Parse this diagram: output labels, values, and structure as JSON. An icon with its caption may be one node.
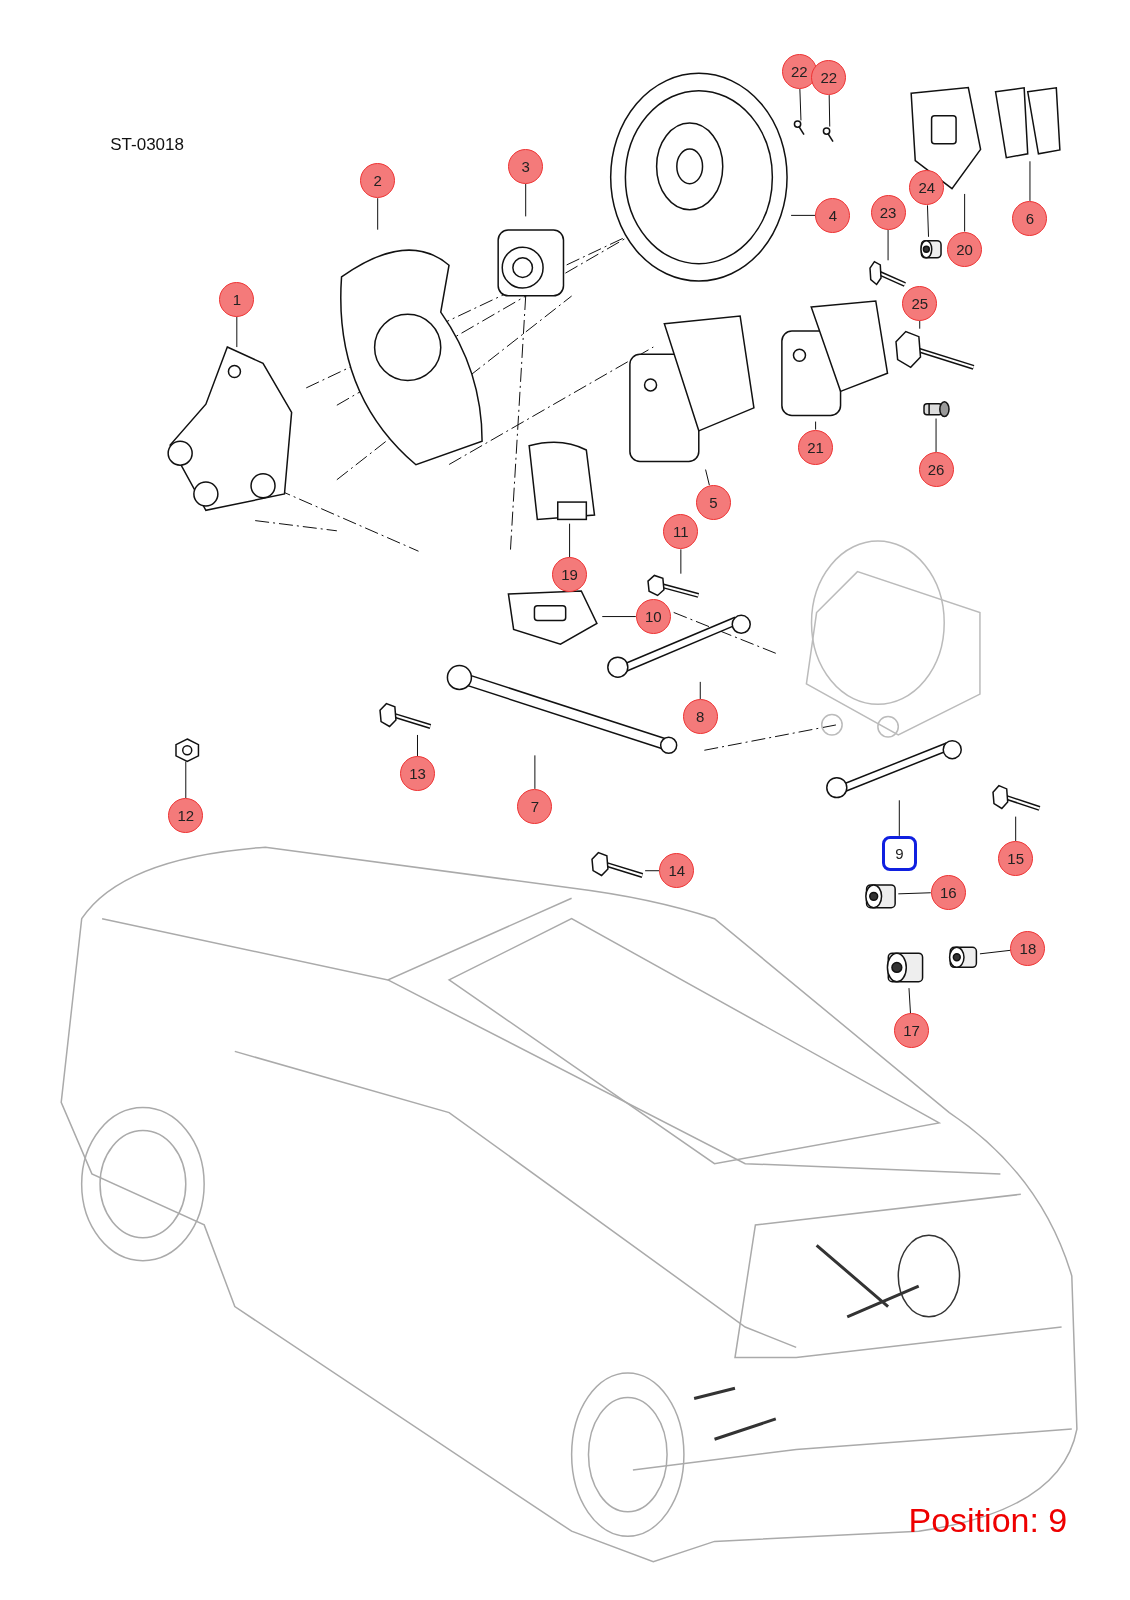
{
  "diagram": {
    "nodes": [
      {
        "text": [
          "22"
        ]
      },
      {
        "text": [
          "22"
        ]
      },
      {
        "text": [
          "2"
        ]
      },
      {
        "text": [
          "3"
        ]
      },
      {
        "text": [
          "1"
        ]
      },
      {
        "text": [
          "4"
        ]
      },
      {
        "text": [
          "23"
        ]
      },
      {
        "text": [
          "24"
        ]
      },
      {
        "text": [
          "20"
        ]
      },
      {
        "text": [
          "6"
        ]
      },
      {
        "text": [
          "25"
        ]
      },
      {
        "text": [
          "21"
        ]
      },
      {
        "text": [
          "26"
        ]
      },
      {
        "text": [
          "5"
        ]
      },
      {
        "text": [
          "19"
        ]
      },
      {
        "text": [
          "11"
        ]
      },
      {
        "text": [
          "10"
        ]
      },
      {
        "text": [
          "8"
        ]
      },
      {
        "text": [
          "13"
        ]
      },
      {
        "text": [
          "7"
        ]
      },
      {
        "text": [
          "12"
        ]
      },
      {
        "text": [
          "9"
        ]
      },
      {
        "text": [
          "15"
        ]
      },
      {
        "text": [
          "14"
        ]
      },
      {
        "text": [
          "16"
        ]
      },
      {
        "text": [
          "18"
        ]
      },
      {
        "text": [
          "17"
        ]
      },
      {
        "text": [],
        "shape": "picture"
      },
      {
        "text": [],
        "shape": "picture"
      },
      {
        "text": [],
        "shape": "picture"
      },
      {
        "text": [],
        "shape": "picture"
      },
      {
        "text": [],
        "shape": "picture"
      },
      {
        "text": [],
        "shape": "picture"
      },
      {
        "text": [],
        "shape": "picture"
      },
      {
        "text": [],
        "shape": "picture"
      },
      {
        "text": [],
        "shape": "picture"
      },
      {
        "text": [],
        "shape": "picture"
      },
      {
        "text": [],
        "shape": "picture"
      },
      {
        "text": [],
        "shape": "picture"
      },
      {
        "text": [],
        "shape": "picture"
      },
      {
        "text": [],
        "shape": "picture"
      },
      {
        "text": [],
        "shape": "picture"
      },
      {
        "text": [],
        "shape": "picture"
      },
      {
        "text": [],
        "shape": "picture"
      },
      {
        "text": [],
        "shape": "picture"
      },
      {
        "text": [],
        "shape": "picture"
      },
      {
        "text": [],
        "shape": "picture"
      },
      {
        "text": [],
        "shape": "picture"
      },
      {
        "text": [],
        "shape": "picture"
      },
      {
        "text": [],
        "shape": "picture"
      },
      {
        "text": [],
        "shape": "picture"
      },
      {
        "text": [],
        "shape": "picture"
      },
      {
        "text": [],
        "shape": "picture"
      },
      {
        "text": [],
        "shape": "picture"
      }
    ],
    "edges": [
      {
        "from": 0,
        "to": 27,
        "arrow": "none"
      },
      {
        "from": 1,
        "to": 28,
        "arrow": "none"
      },
      {
        "from": 2,
        "to": 29,
        "arrow": "none"
      },
      {
        "from": 3,
        "to": 30,
        "arrow": "none"
      },
      {
        "from": 4,
        "to": 31,
        "arrow": "none"
      },
      {
        "from": 5,
        "to": 32,
        "arrow": "none"
      },
      {
        "from": 6,
        "to": 33,
        "arrow": "none"
      },
      {
        "from": 7,
        "to": 34,
        "arrow": "none"
      },
      {
        "from": 8,
        "to": 35,
        "arrow": "none"
      },
      {
        "from": 9,
        "to": 36,
        "arrow": "none"
      },
      {
        "from": 10,
        "to": 37,
        "arrow": "none"
      },
      {
        "from": 11,
        "to": 38,
        "arrow": "none"
      },
      {
        "from": 12,
        "to": 39,
        "arrow": "none"
      },
      {
        "from": 13,
        "to": 40,
        "arrow": "none"
      },
      {
        "from": 14,
        "to": 41,
        "arrow": "none"
      },
      {
        "from": 15,
        "to": 42,
        "arrow": "none"
      },
      {
        "from": 16,
        "to": 43,
        "arrow": "none"
      },
      {
        "from": 17,
        "to": 44,
        "arrow": "none"
      },
      {
        "from": 18,
        "to": 45,
        "arrow": "none"
      },
      {
        "from": 19,
        "to": 46,
        "arrow": "none"
      },
      {
        "from": 20,
        "to": 47,
        "arrow": "none"
      },
      {
        "from": 21,
        "to": 48,
        "arrow": "none"
      },
      {
        "from": 22,
        "to": 49,
        "arrow": "none"
      },
      {
        "from": 23,
        "to": 50,
        "arrow": "none"
      },
      {
        "from": 24,
        "to": 51,
        "arrow": "none"
      },
      {
        "from": 25,
        "to": 52,
        "arrow": "none"
      },
      {
        "from": 26,
        "to": 53,
        "arrow": "none"
      }
    ],
    "labels": [
      "ST-03018",
      "Position: 9"
    ]
  }
}
